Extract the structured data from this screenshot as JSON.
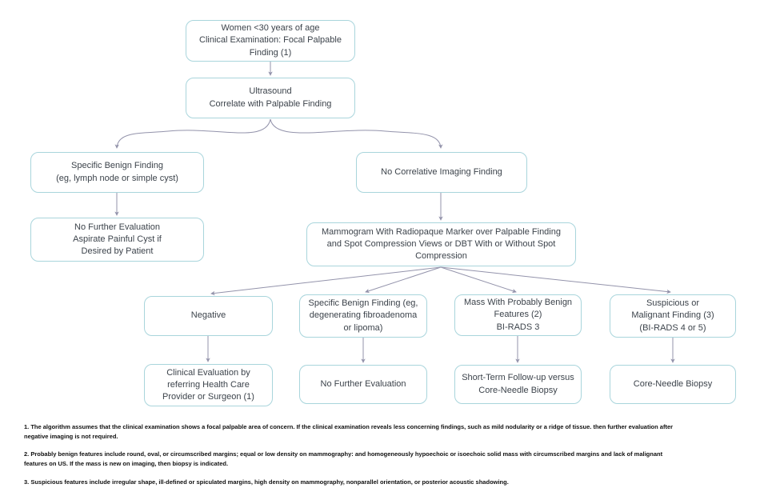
{
  "nodes": {
    "women": "Women <30 years of age\nClinical Examination: Focal Palpable\nFinding (1)",
    "ultrasound": "Ultrasound\nCorrelate with Palpable Finding",
    "benign_us": "Specific Benign Finding\n(eg, lymph node or simple cyst)",
    "no_corr": "No Correlative Imaging Finding",
    "no_further_us": "No Further Evaluation\nAspirate Painful Cyst if\nDesired by Patient",
    "mammogram": "Mammogram With Radiopaque Marker over Palpable Finding\nand Spot Compression Views or DBT With or Without Spot\nCompression",
    "negative": "Negative",
    "benign_mammo": "Specific Benign Finding (eg,\ndegenerating fibroadenoma\nor lipoma)",
    "mass": "Mass With Probably Benign\nFeatures (2)\nBI-RADS 3",
    "suspicious": "Suspicious or\nMalignant Finding (3)\n(BI-RADS 4 or 5)",
    "clinical_eval": "Clinical Evaluation by\nreferring Health Care\nProvider or Surgeon (1)",
    "no_further_2": "No Further Evaluation",
    "short_term": "Short-Term Follow-up versus\nCore-Needle Biopsy",
    "core_needle": "Core-Needle Biopsy"
  },
  "footnotes": [
    "1. The algorithm assumes that the clinical examination shows a focal palpable area of concern. If the clinical examination reveals less concerning findings, such as mild nodularity or a ridge of tissue. then further evaluation after\nnegative imaging is not required.",
    "2. Probably benign features include round, oval, or circumscribed margins; equal or low density on mammography: and homogeneously hypoechoic or isoechoic solid mass with circumscribed margins and lack of malignant\nfeatures on US. If the mass is new on imaging, then biopsy is indicated.",
    "3. Suspicious features include irregular shape, ill-defined or spiculated margins, high density on mammography, nonparallel orientation, or posterior acoustic shadowing."
  ],
  "colors": {
    "box_border": "#a9d5dc",
    "box_text": "#3c434b",
    "connector": "#9393ab",
    "footnote_text": "#111111",
    "background": "#ffffff"
  }
}
